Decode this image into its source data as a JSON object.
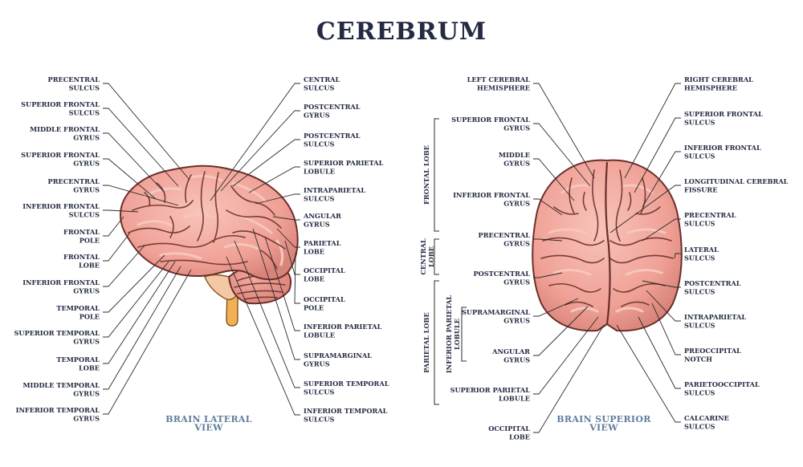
{
  "title": "CEREBRUM",
  "lateral": {
    "view_label": [
      "BRAIN LATERAL",
      "VIEW"
    ],
    "left_labels": [
      [
        "PRECENTRAL",
        "SULCUS"
      ],
      [
        "SUPERIOR FRONTAL",
        "SULCUS"
      ],
      [
        "MIDDLE FRONTAL",
        "GYRUS"
      ],
      [
        "SUPERIOR FRONTAL",
        "GYRUS"
      ],
      [
        "PRECENTRAL",
        "GYRUS"
      ],
      [
        "INFERIOR FRONTAL",
        "SULCUS"
      ],
      [
        "FRONTAL",
        "POLE"
      ],
      [
        "FRONTAL",
        "LOBE"
      ],
      [
        "INFERIOR FRONTAL",
        "GYRUS"
      ],
      [
        "TEMPORAL",
        "POLE"
      ],
      [
        "SUPERIOR TEMPORAL",
        "GYRUS"
      ],
      [
        "TEMPORAL",
        "LOBE"
      ],
      [
        "MIDDLE TEMPORAL",
        "GYRUS"
      ],
      [
        "INFERIOR TEMPORAL",
        "GYRUS"
      ]
    ],
    "right_labels": [
      [
        "CENTRAL",
        "SULCUS"
      ],
      [
        "POSTCENTRAL",
        "GYRUS"
      ],
      [
        "POSTCENTRAL",
        "SULCUS"
      ],
      [
        "SUPERIOR PARIETAL",
        "LOBULE"
      ],
      [
        "INTRAPARIETAL",
        "SULCUS"
      ],
      [
        "ANGULAR",
        "GYRUS"
      ],
      [
        "PARIETAL",
        "LOBE"
      ],
      [
        "OCCIPITAL",
        "LOBE"
      ],
      [
        "OCCIPITAL",
        "POLE"
      ],
      [
        "INFERIOR PARIETAL",
        "LOBULE"
      ],
      [
        "SUPRAMARGINAL",
        "GYRUS"
      ],
      [
        "SUPERIOR TEMPORAL",
        "SULCUS"
      ],
      [
        "INFERIOR TEMPORAL",
        "SULCUS"
      ]
    ]
  },
  "superior": {
    "view_label": [
      "BRAIN SUPERIOR",
      "VIEW"
    ],
    "groups": [
      "FRONTAL LOBE",
      "CENTRAL LOBE",
      "PARIETAL LOBE",
      "INFERIOR PARIETAL LOBULE"
    ],
    "left_labels": [
      [
        "LEFT CEREBRAL",
        "HEMISPHERE"
      ],
      [
        "SUPERIOR FRONTAL",
        "GYRUS"
      ],
      [
        "MIDDLE",
        "GYRUS"
      ],
      [
        "INFERIOR FRONTAL",
        "GYRUS"
      ],
      [
        "PRECENTRAL",
        "GYRUS"
      ],
      [
        "POSTCENTRAL",
        "GYRUS"
      ],
      [
        "SUPRAMARGINAL",
        "GYRUS"
      ],
      [
        "ANGULAR",
        "GYRUS"
      ],
      [
        "SUPERIOR PARIETAL",
        "LOBULE"
      ],
      [
        "OCCIPITAL",
        "LOBE"
      ]
    ],
    "right_labels": [
      [
        "RIGHT CEREBRAL",
        "HEMISPHERE"
      ],
      [
        "SUPERIOR FRONTAL",
        "SULCUS"
      ],
      [
        "INFERIOR FRONTAL",
        "SULCUS"
      ],
      [
        "LONGITUDINAL CEREBRAL",
        "FISSURE"
      ],
      [
        "PRECENTRAL",
        "SULCUS"
      ],
      [
        "LATERAL",
        "SULCUS"
      ],
      [
        "POSTCENTRAL",
        "SULCUS"
      ],
      [
        "INTRAPARIETAL",
        "SULCUS"
      ],
      [
        "PREOCCIPITAL",
        "NOTCH"
      ],
      [
        "PARIETOOCCIPITAL",
        "SULCUS"
      ],
      [
        "CALCARINE",
        "SULCUS"
      ]
    ]
  },
  "colors": {
    "text": "#232a42",
    "view_text": "#5f7d9c",
    "brain_fill": "#f0a196",
    "brain_light": "#f8cfc6",
    "brain_dark": "#b85f56",
    "cerebellum": "#e8958a",
    "stem": "#f2c9a4",
    "spinal": "#f0b155"
  }
}
